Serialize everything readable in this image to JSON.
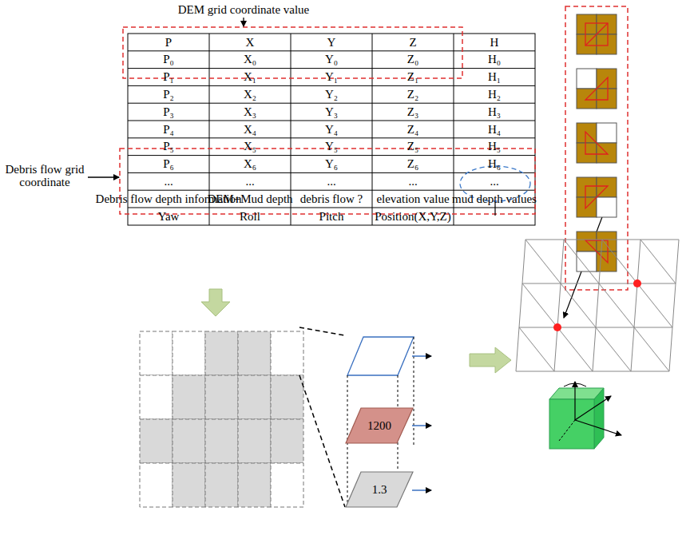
{
  "diagram": {
    "nodes": [
      {
        "text": [
          "1200"
        ]
      },
      {
        "text": [
          "1.3"
        ]
      }
    ],
    "labels": [
      "DEM grid coordinate value",
      "Debris flow grid coordinate",
      "P",
      "X",
      "Y",
      "Z",
      "H",
      "P₀",
      "X₀",
      "Y₀",
      "Z₀",
      "H₀",
      "P₁",
      "X₁",
      "Y₁",
      "Z₁",
      "H₁",
      "P₂",
      "X₂",
      "Y₂",
      "Z₂",
      "H₂",
      "P₃",
      "X₃",
      "Y₃",
      "Z₃",
      "H₃",
      "P₄",
      "X₄",
      "Y₄",
      "Z₄",
      "H₄",
      "P₅",
      "X₅",
      "Y₅",
      "Z₅",
      "H₅",
      "P₆",
      "X₆",
      "Y₆",
      "Z₆",
      "H₆",
      "...",
      "...",
      "...",
      "...",
      "...",
      "Debris flow depth information",
      "DEM+Mud depth",
      "debris flow ?",
      "elevation value",
      "mud depth values",
      "Yaw",
      "Roll",
      "Pitch",
      "Position(X,Y,Z)"
    ]
  }
}
